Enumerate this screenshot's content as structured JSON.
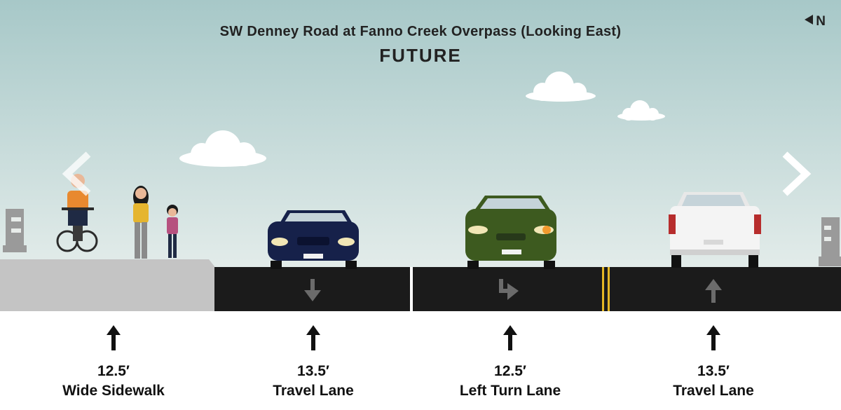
{
  "header": {
    "title": "SW Denney Road at Fanno Creek Overpass (Looking East)",
    "subtitle": "FUTURE"
  },
  "compass": {
    "label": "N",
    "icon": "west-pointing-triangle-icon"
  },
  "navigation": {
    "prev_icon": "chevron-left-icon",
    "next_icon": "chevron-right-icon"
  },
  "segments": [
    {
      "width": "12.5′",
      "name": "Wide Sidewalk",
      "lane_marking": "none"
    },
    {
      "width": "13.5′",
      "name": "Travel Lane",
      "lane_marking": "arrow-down"
    },
    {
      "width": "12.5′",
      "name": "Left Turn Lane",
      "lane_marking": "turn-arrow"
    },
    {
      "width": "13.5′",
      "name": "Travel Lane",
      "lane_marking": "arrow-up"
    }
  ],
  "colors": {
    "sky_top": "#a7c8c8",
    "sky_bottom": "#e3ecea",
    "asphalt": "#1b1b1b",
    "sidewalk": "#c4c4c4",
    "center_line": "#e5b825"
  }
}
